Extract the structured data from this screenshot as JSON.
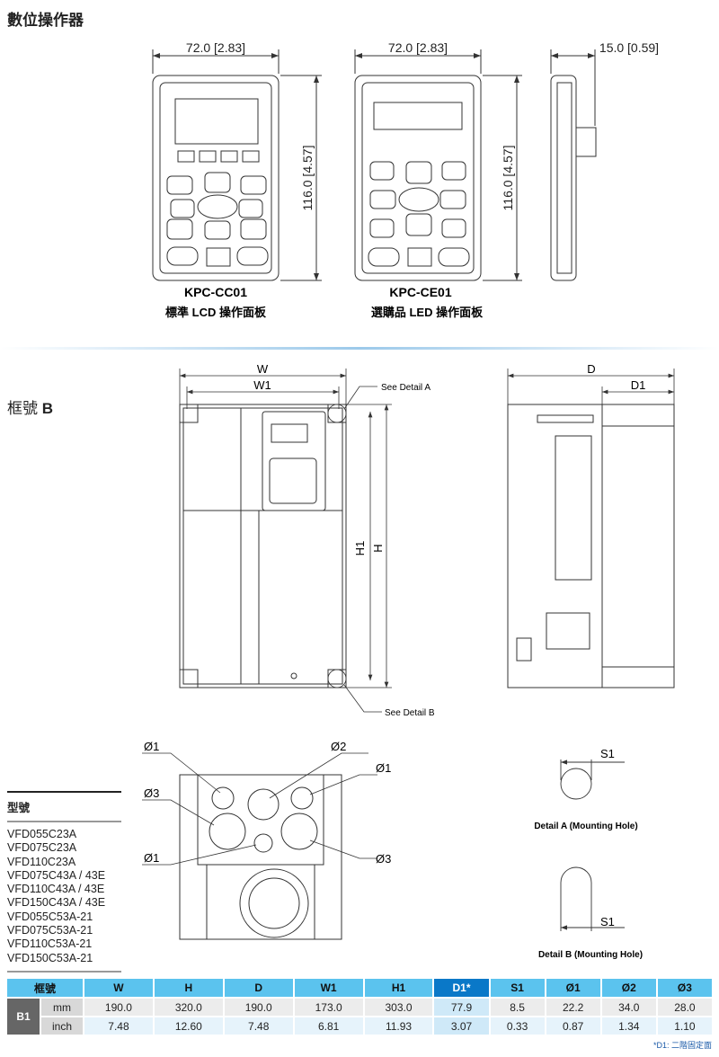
{
  "title": "數位操作器",
  "keypads": [
    {
      "model": "KPC-CC01",
      "desc": "標準 LCD 操作面板",
      "width_dim": "72.0 [2.83]",
      "height_dim": "116.0 [4.57]"
    },
    {
      "model": "KPC-CE01",
      "desc": "選購品 LED 操作面板",
      "width_dim": "72.0 [2.83]",
      "height_dim": "116.0 [4.57]"
    }
  ],
  "side_dim": "15.0 [0.59]",
  "frame_label": "框號",
  "frame_id": "B",
  "drawing_labels": {
    "W": "W",
    "W1": "W1",
    "H": "H",
    "H1": "H1",
    "D": "D",
    "D1": "D1",
    "see_a": "See Detail A",
    "see_b": "See Detail B",
    "phi1": "Ø1",
    "phi2": "Ø2",
    "phi3": "Ø3",
    "S1": "S1"
  },
  "detail_a": "Detail A (Mounting Hole)",
  "detail_b": "Detail B (Mounting Hole)",
  "models_header": "型號",
  "models": [
    "VFD055C23A",
    "VFD075C23A",
    "VFD110C23A",
    "VFD075C43A / 43E",
    "VFD110C43A / 43E",
    "VFD150C43A / 43E",
    "VFD055C53A-21",
    "VFD075C53A-21",
    "VFD110C53A-21",
    "VFD150C53A-21"
  ],
  "table": {
    "header_frame": "框號",
    "columns": [
      "W",
      "H",
      "D",
      "W1",
      "H1",
      "D1*",
      "S1",
      "Ø1",
      "Ø2",
      "Ø3"
    ],
    "frame": "B1",
    "rows": [
      {
        "unit": "mm",
        "values": [
          "190.0",
          "320.0",
          "190.0",
          "173.0",
          "303.0",
          "77.9",
          "8.5",
          "22.2",
          "34.0",
          "28.0"
        ]
      },
      {
        "unit": "inch",
        "values": [
          "7.48",
          "12.60",
          "7.48",
          "6.81",
          "11.93",
          "3.07",
          "0.33",
          "0.87",
          "1.34",
          "1.10"
        ]
      }
    ]
  },
  "footnote": "*D1: 二階固定面",
  "colors": {
    "header": "#5bc3ee",
    "highlight": "#0a78c8",
    "model": "#1f2d8a"
  }
}
